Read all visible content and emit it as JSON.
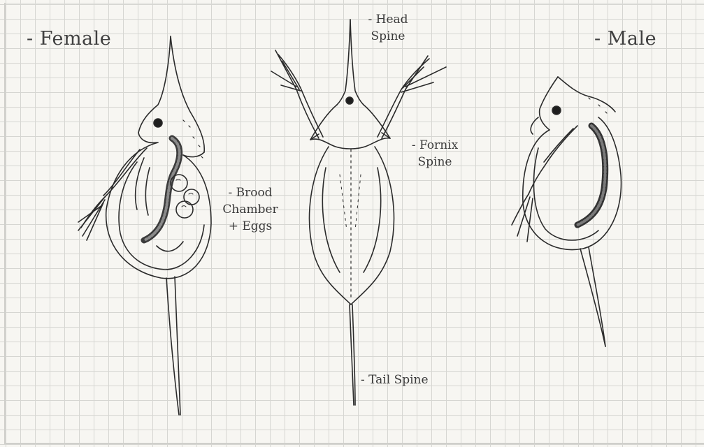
{
  "labels": {
    "female": "- Female",
    "male": "- Male",
    "head_spine": [
      "- Head",
      "Spine"
    ],
    "fornix_spine": [
      "- Fornix",
      "Spine"
    ],
    "brood_chamber": [
      "- Brood",
      "Chamber",
      "+ Eggs"
    ],
    "tail_spine": "- Tail Spine"
  },
  "colors": {
    "paper": "#f7f6f2",
    "grid": "#d6d6d2",
    "ink": "#2b2b2b",
    "text": "#3a3a3a"
  },
  "icons": {
    "female_daphnia": "female-daphnia-illustration",
    "dorsal_daphnia": "dorsal-daphnia-illustration",
    "male_daphnia": "male-daphnia-illustration"
  }
}
